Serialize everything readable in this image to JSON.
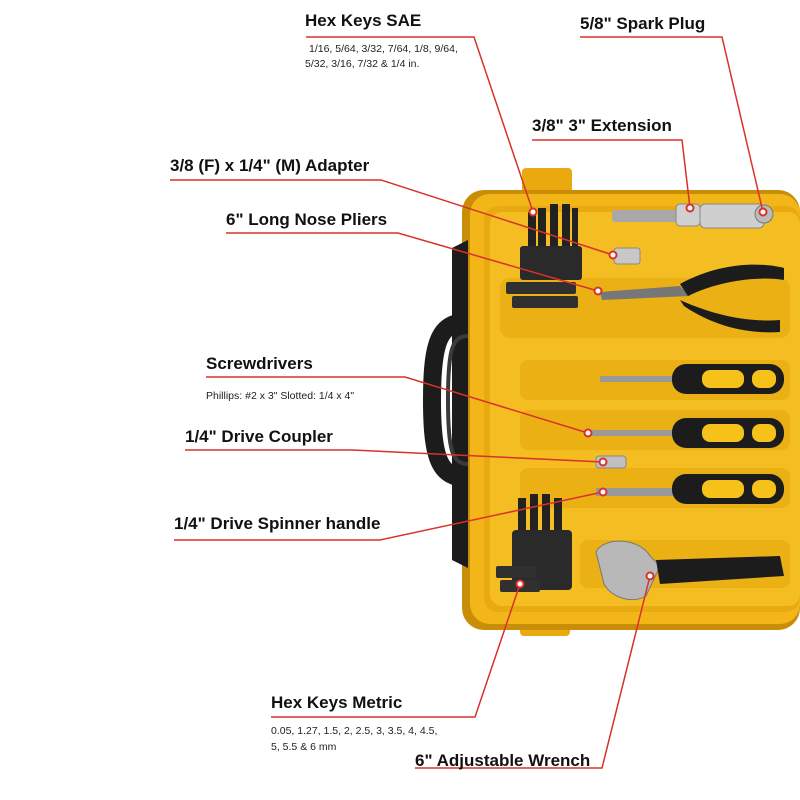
{
  "labels": {
    "hex_sae": {
      "title": "Hex Keys SAE",
      "detail_1": "1/16, 5/64, 3/32, 7/64, 1/8, 9/64,",
      "detail_2": "5/32, 3/16, 7/32 & 1/4 in."
    },
    "spark_plug": {
      "title": "5/8\" Spark Plug"
    },
    "extension": {
      "title": "3/8\" 3\" Extension"
    },
    "adapter": {
      "title": "3/8 (F) x 1/4\" (M) Adapter"
    },
    "pliers": {
      "title": "6\" Long Nose Pliers"
    },
    "screwdrivers": {
      "title": "Screwdrivers",
      "detail": "Phillips: #2 x 3\" Slotted: 1/4 x 4\""
    },
    "coupler": {
      "title": "1/4\" Drive Coupler"
    },
    "spinner": {
      "title": "1/4\" Drive Spinner handle"
    },
    "hex_metric": {
      "title": "Hex Keys Metric",
      "detail_1": "0.05, 1.27, 1.5, 2, 2.5, 3, 3.5, 4, 4.5,",
      "detail_2": "5, 5.5 & 6 mm"
    },
    "wrench": {
      "title": "6\" Adjustable Wrench"
    }
  },
  "colors": {
    "case_yellow": "#f2b618",
    "case_dark": "#c98d08",
    "handle_black": "#1c1c1c",
    "callout_red": "#d8322a",
    "tool_grip_yellow": "#f6c21a"
  }
}
